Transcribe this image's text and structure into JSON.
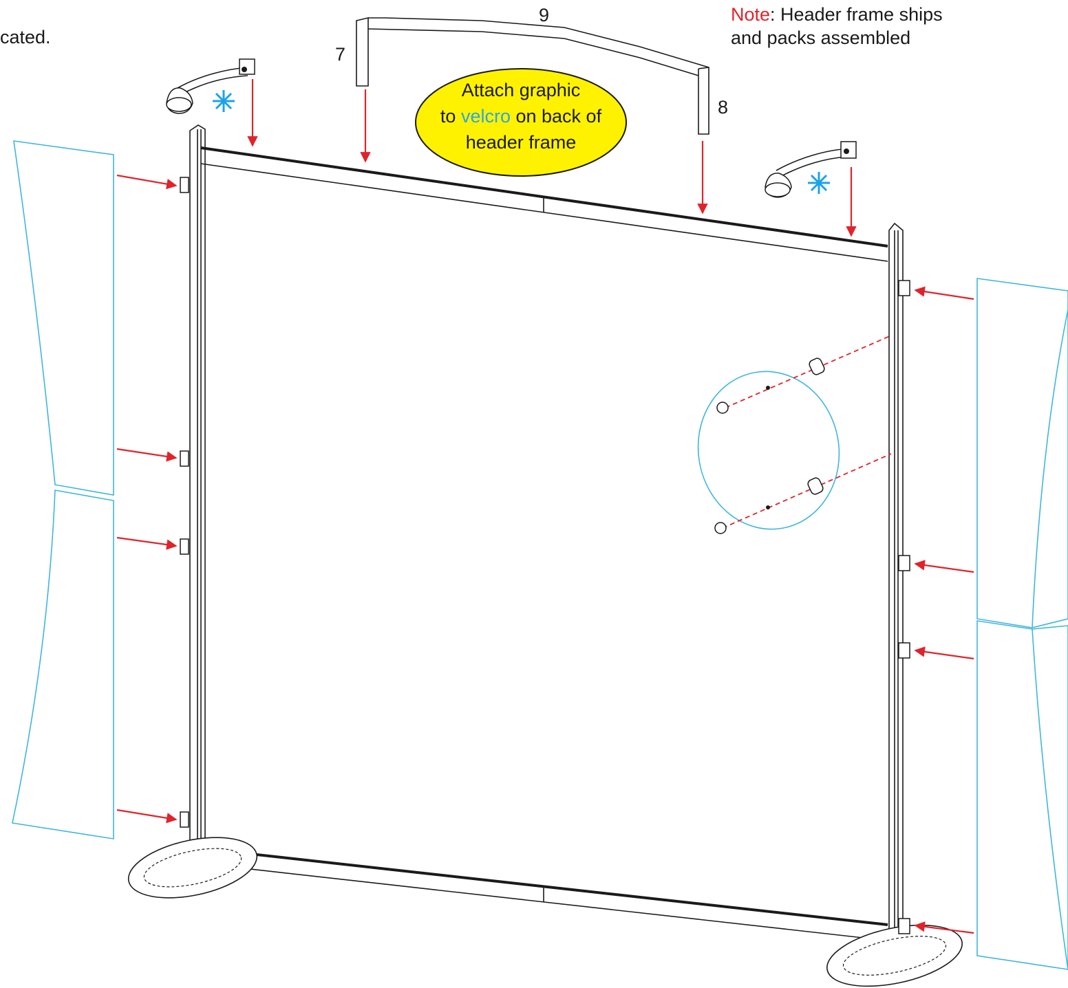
{
  "labels": {
    "top_left_fragment": "cated.",
    "part_7": "7",
    "part_8": "8",
    "part_9": "9"
  },
  "note": {
    "prefix": "Note",
    "line1_rest": ": Header frame ships",
    "line2": "and packs assembled"
  },
  "callout": {
    "line1": "Attach graphic",
    "line2_pre": "to ",
    "line2_highlight": "velcro",
    "line2_post": " on back of",
    "line3": "header frame"
  },
  "colors": {
    "arrow": "#e0232b",
    "graphic_outline": "#3fb6dc",
    "callout_fill": "#fff200",
    "asterisk": "#1ba3e8",
    "note_accent": "#e0232b",
    "velcro_text": "#2aa8df",
    "line": "#1a1a1a"
  },
  "icons": {
    "light": "arm-light-icon",
    "asterisk": "asterisk-icon",
    "arrow": "arrow-icon"
  }
}
